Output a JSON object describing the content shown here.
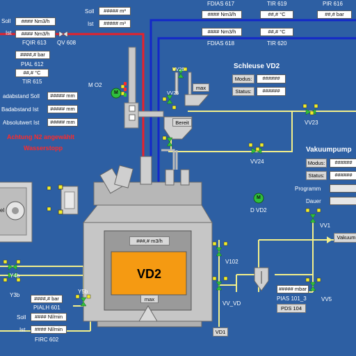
{
  "top_left": {
    "fqir613": {
      "label_soll": "Soll",
      "label_ist": "Ist",
      "soll_value": "#### Nm3/h",
      "ist_value": "#### Nm3/h",
      "tag": "FQIR 613"
    },
    "qv608": {
      "tag": "QV 608"
    },
    "pial612": {
      "value": "####,# bar",
      "tag": "PIAL 612"
    },
    "tir615": {
      "value": "##,# °C",
      "tag": "TIR 615"
    }
  },
  "top_mid": {
    "soll_label": "Soll",
    "ist_label": "Ist",
    "soll_value": "##### m³",
    "ist_value": "##### m³"
  },
  "top_right": {
    "fdias617": {
      "tag": "FDIAS 617",
      "value": "#### Nm3/h"
    },
    "fdias618": {
      "tag": "FDIAS 618",
      "value": "#### Nm3/h"
    },
    "tir619": {
      "tag": "TIR 619",
      "value": "##,# °C"
    },
    "tir620": {
      "tag": "TIR 620",
      "value": "##,# °C"
    },
    "pir616": {
      "tag": "PIR 616",
      "value": "##,# bar"
    }
  },
  "distance": {
    "soll_label": "adabstand Soll",
    "ist_label": "Badabstand Ist",
    "abs_label": "Absolutwert Ist",
    "soll_value": "##### mm",
    "ist_value": "##### mm",
    "abs_value": "##### mm"
  },
  "warnings": {
    "line1": "Achtung N2 angewählt",
    "line2": "Wasserstopp"
  },
  "o2": {
    "label": "M  O2",
    "motor": "M"
  },
  "vv26": {
    "tag": "VV26"
  },
  "vv25": {
    "tag": "VV25"
  },
  "max_label": "max",
  "bereit_label": "Bereit",
  "vv23": {
    "tag": "VV23"
  },
  "vv24": {
    "tag": "VV24"
  },
  "schleuse": {
    "title": "Schleuse VD2",
    "modus_label": "Modus:",
    "status_label": "Status:",
    "modus_value": "######",
    "status_value": "######"
  },
  "vakuum": {
    "title": "Vakuumpump",
    "modus_label": "Modus:",
    "status_label": "Status:",
    "programm_label": "Programm",
    "dauer_label": "Dauer",
    "modus_value": "######",
    "status_value": "######"
  },
  "motor_d": {
    "symbol": "M",
    "label": "D  VD2"
  },
  "vv1": {
    "tag": "VV1"
  },
  "vakuum_pump_label": "Vakuum",
  "vessel": {
    "name": "VD2",
    "flow_value": "###,# m3/h",
    "max_label": "max"
  },
  "v102": {
    "tag": "V102"
  },
  "vv_vd": {
    "tag": "VV_VD"
  },
  "vd1": {
    "label": "VD1"
  },
  "pias101": {
    "value": "##### mbar",
    "tag": "PIAS 101_3",
    "pds": "PDS 104"
  },
  "vv5": {
    "tag": "VV5"
  },
  "pialh601": {
    "value": "####,# bar",
    "tag": "PIALH 601"
  },
  "fric602": {
    "label_soll": "Soll",
    "label_ist": "Ist",
    "soll_value": "#### Nl/min",
    "ist_value": "#### Nl/min",
    "tag": "FIRC 602"
  },
  "y4b": {
    "tag": "Y4b"
  },
  "y3b": {
    "tag": "Y3b"
  },
  "y5b": {
    "tag": "Y5b"
  },
  "left_unit": {
    "label": "el"
  },
  "colors": {
    "background": "#2d5fa3",
    "pipe_red": "#e8212a",
    "pipe_blue": "#1428c8",
    "pipe_yellow": "#f4f08a",
    "vessel_fill": "#f59a12",
    "valve_green": "#2fbf3c",
    "valve_yellow": "#f2ee2a",
    "alarm_red": "#ff2a2a"
  }
}
